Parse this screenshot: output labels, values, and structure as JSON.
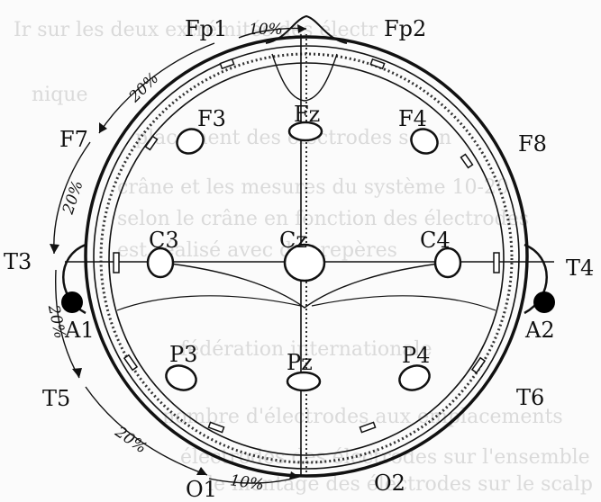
{
  "background_text": [
    "Ir sur les deux extrémités des électr",
    "nique",
    "placement des électrodes selon",
    "crâne et les mesures du système 10-20",
    "selon le crâne en fonction des électrodes",
    "est réalisé avec des repères",
    "fédération internationale",
    "nombre d'électrodes aux emplacements",
    "électrodes des électrodes sur l'ensemble",
    "le montage des électrodes sur le scalp"
  ],
  "electrodes": {
    "fp1": "Fp1",
    "fp2": "Fp2",
    "f3": "F3",
    "fz": "Fz",
    "f4": "F4",
    "f7": "F7",
    "f8": "F8",
    "t3": "T3",
    "c3": "C3",
    "cz": "Cz",
    "c4": "C4",
    "t4": "T4",
    "a1": "A1",
    "a2": "A2",
    "p3": "P3",
    "pz": "Pz",
    "p4": "P4",
    "t5": "T5",
    "t6": "T6",
    "o1": "O1",
    "o2": "O2"
  },
  "percentages": {
    "top": "10%",
    "upper_left": "20%",
    "mid_left": "20%",
    "lower_left": "20%",
    "bottom_left": "20%",
    "bottom": "10%"
  },
  "colors": {
    "ink": "#111111",
    "background": "#fbfbfb",
    "faint_text": "#dadada"
  }
}
